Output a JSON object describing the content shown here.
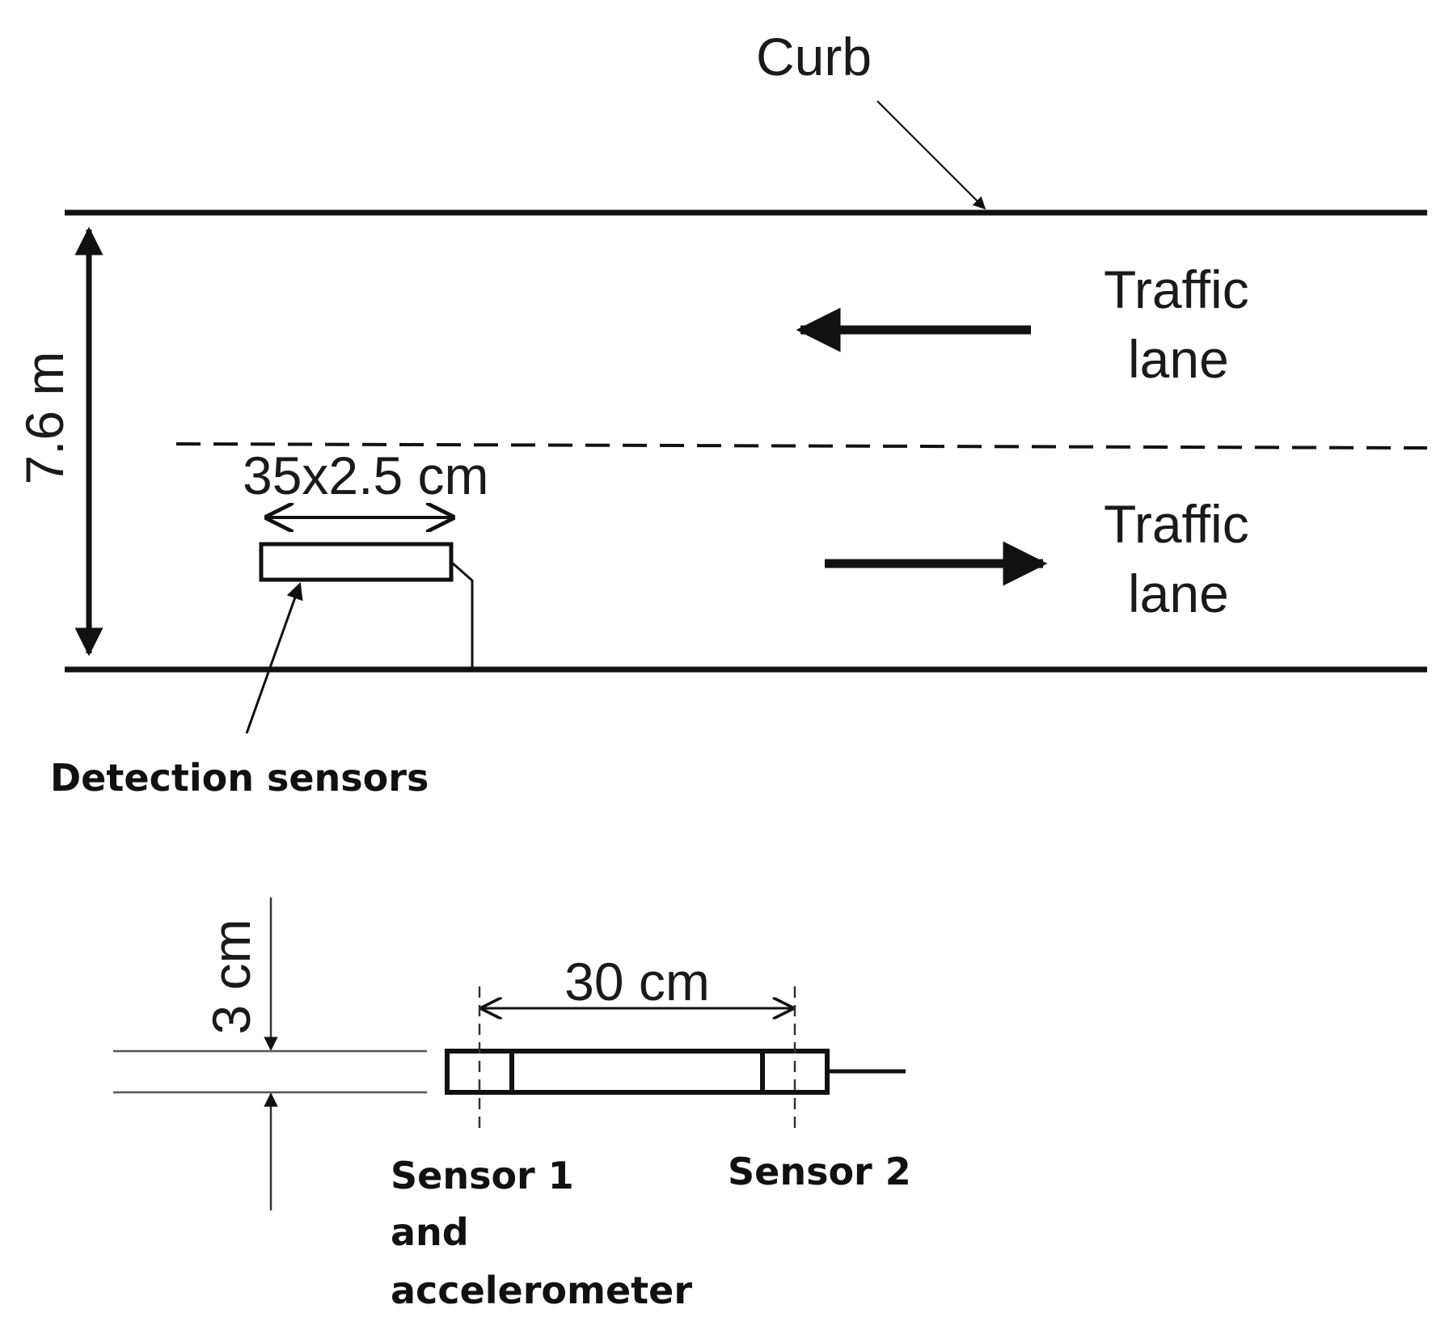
{
  "top_view": {
    "curb_label": "Curb",
    "width_label": "7.6 m",
    "lane_upper": {
      "line1": "Traffic",
      "line2": "lane"
    },
    "lane_lower": {
      "line1": "Traffic",
      "line2": "lane"
    },
    "sensor_size_label": "35x2.5 cm",
    "detection_label": "Detection sensors"
  },
  "side_view": {
    "depth_label": "3 cm",
    "spacing_label": "30 cm",
    "sensor1": {
      "line1": "Sensor 1",
      "line2": "and",
      "line3": "accelerometer"
    },
    "sensor2_label": "Sensor 2"
  },
  "colors": {
    "ink": "#111111",
    "line_gray": "#555555"
  }
}
